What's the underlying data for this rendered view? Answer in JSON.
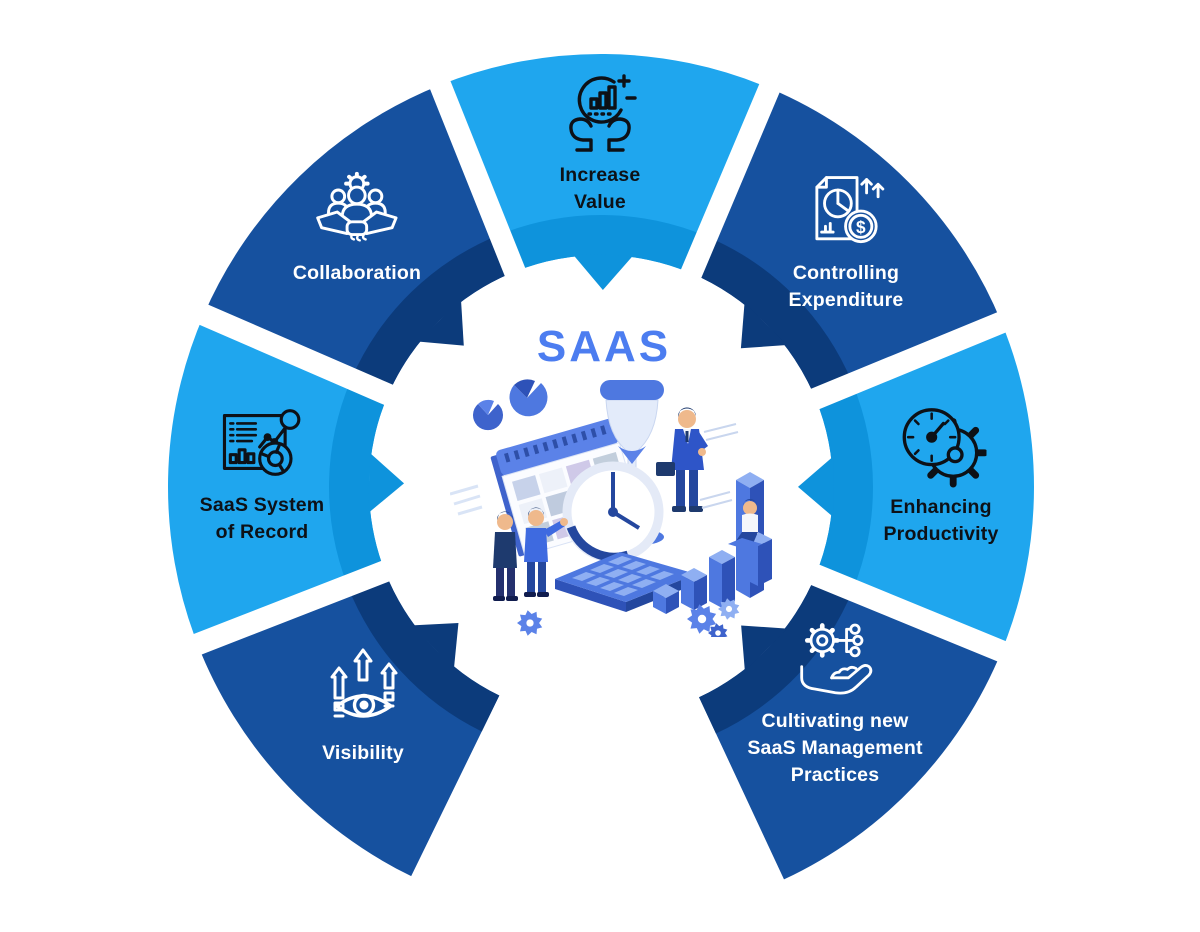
{
  "center": {
    "title": "SAAS",
    "title_color": "#4C7DF0",
    "illustration": "saas-management-illustration"
  },
  "palette": {
    "light_segment": "#1FA6EE",
    "light_segment_shade": "#0E93DC",
    "dark_segment": "#16519F",
    "dark_segment_shade": "#0C3B7B",
    "label_on_light": "#0D1117",
    "label_on_dark": "#FFFFFF",
    "background": "#FFFFFF"
  },
  "segments": [
    {
      "id": "collaboration",
      "label": "Collaboration",
      "lines": [
        "Collaboration"
      ],
      "tone": "dark",
      "icon": "collaboration-handshake-icon"
    },
    {
      "id": "increase-value",
      "label": "Increase Value",
      "lines": [
        "Increase",
        "Value"
      ],
      "tone": "light",
      "icon": "increase-value-icon"
    },
    {
      "id": "controlling-expenditure",
      "label": "Controlling Expenditure",
      "lines": [
        "Controlling",
        "Expenditure"
      ],
      "tone": "dark",
      "icon": "expenditure-report-icon"
    },
    {
      "id": "enhancing-productivity",
      "label": "Enhancing Productivity",
      "lines": [
        "Enhancing",
        "Productivity"
      ],
      "tone": "light",
      "icon": "productivity-gauge-gear-icon"
    },
    {
      "id": "cultivating-practices",
      "label": "Cultivating new SaaS Management Practices",
      "lines": [
        "Cultivating new",
        "SaaS Management",
        "Practices"
      ],
      "tone": "dark",
      "icon": "hand-gear-network-icon"
    },
    {
      "id": "visibility",
      "label": "Visibility",
      "lines": [
        "Visibility"
      ],
      "tone": "dark",
      "icon": "eye-arrows-icon"
    },
    {
      "id": "saas-system-of-record",
      "label": "SaaS System of Record",
      "lines": [
        "SaaS System",
        "of Record"
      ],
      "tone": "light",
      "icon": "records-dashboard-icon"
    }
  ]
}
